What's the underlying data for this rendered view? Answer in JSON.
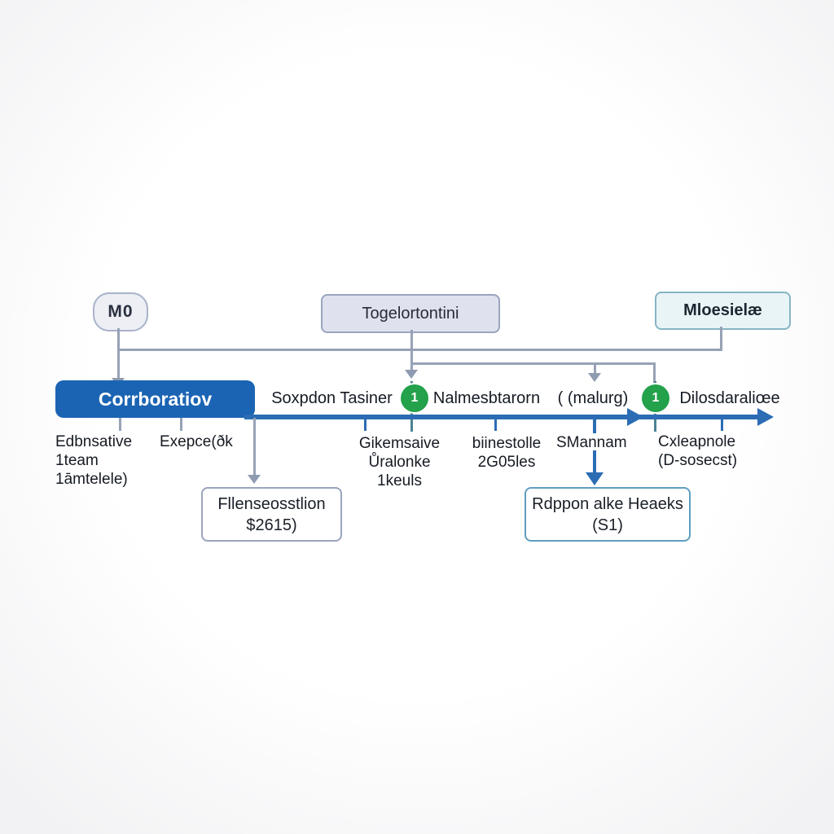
{
  "top_row": {
    "m0_label": "M0",
    "middle_label": "Togelortontini",
    "right_label": "Mloesielæ"
  },
  "timeline": {
    "phase_label": "Corrboratiov",
    "milestone_1": "Soxpdon Tasiner",
    "badge_1": "1",
    "milestone_2": "Nalmesbtarorn",
    "milestone_3": "( (malurg)",
    "badge_2": "1",
    "milestone_4": "Dilosdaraliœe"
  },
  "below_labels": {
    "group_1": [
      "Edbnsative",
      "1team",
      "1āmtelele)"
    ],
    "group_2": [
      "Exepce(ðk"
    ],
    "group_3": [
      "Gikemsaive",
      "Ůralonke",
      "1keuls"
    ],
    "group_4": [
      "biinestolle",
      "2G05les"
    ],
    "group_5": [
      "SMannam"
    ],
    "group_6": [
      "Cxleapnole",
      "(D-sosecst)"
    ]
  },
  "callouts": {
    "left_line_1": "Fllenseosstlion",
    "left_line_2": "$2615)",
    "right_line_1": "Rdppon alke Heaeks",
    "right_line_2": "(S1)"
  },
  "colors": {
    "phase_blue": "#1b64b3",
    "timeline_blue": "#2b6cb4",
    "connector_gray": "#97a2b6",
    "badge_green": "#23a14b",
    "lavender_box_fill": "#dfe2ee",
    "cyan_box_fill": "#e9f4f7",
    "pill_fill": "#edeff5"
  }
}
